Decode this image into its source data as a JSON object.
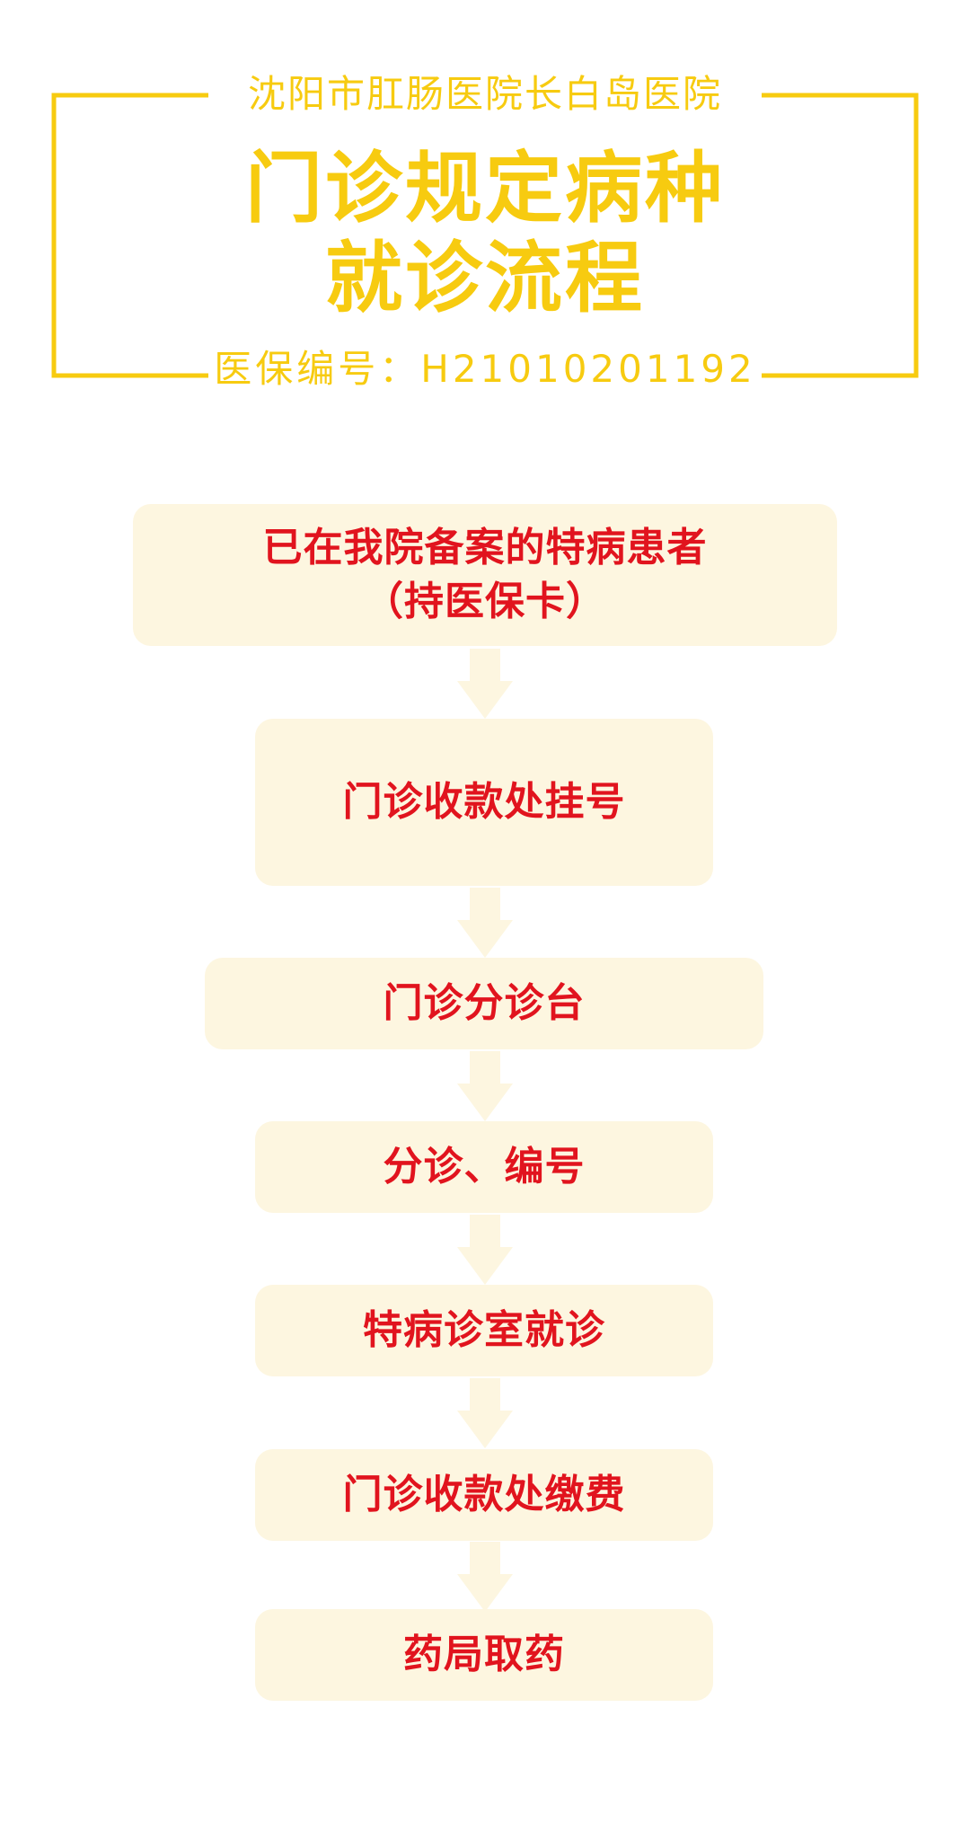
{
  "header": {
    "hospital_name": "沈阳市肛肠医院长白岛医院",
    "title_line_1": "门诊规定病种",
    "title_line_2": "就诊流程",
    "insurance_code": "医保编号：H21010201192",
    "accent_color": "#f7cb10"
  },
  "flow": {
    "box_color": "#fdf6e0",
    "text_color": "#e1141e",
    "steps": [
      {
        "lines": [
          "已在我院备案的特病患者",
          "（持医保卡）"
        ]
      },
      {
        "lines": [
          "门诊收款处挂号"
        ]
      },
      {
        "lines": [
          "门诊分诊台"
        ]
      },
      {
        "lines": [
          "分诊、编号"
        ]
      },
      {
        "lines": [
          "特病诊室就诊"
        ]
      },
      {
        "lines": [
          "门诊收款处缴费"
        ]
      },
      {
        "lines": [
          "药局取药"
        ]
      }
    ]
  }
}
